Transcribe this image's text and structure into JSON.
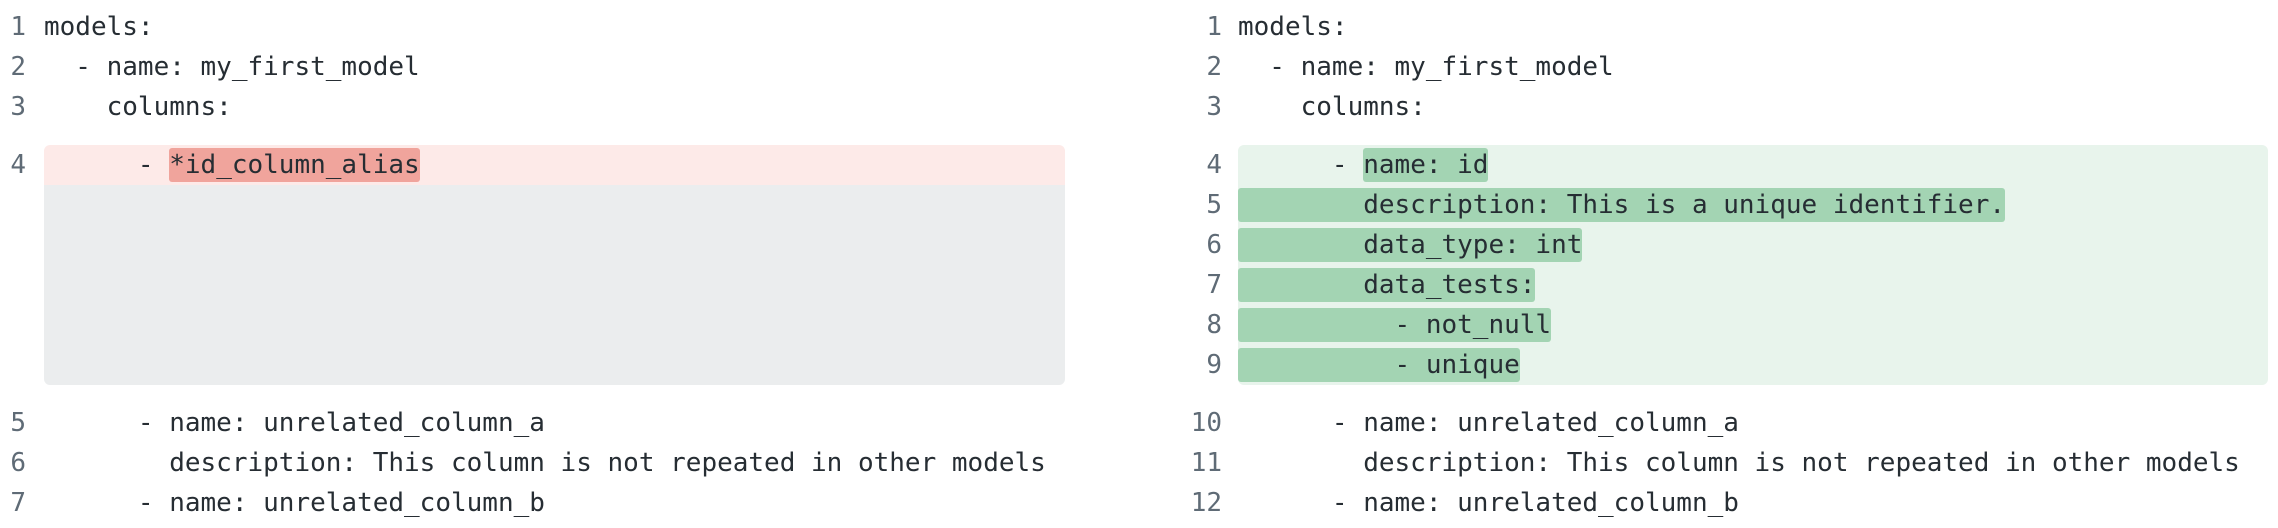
{
  "colors": {
    "removed_row_bg": "#fdeae8",
    "removed_word_bg": "#f0a49c",
    "added_row_bg": "#e8f4ec",
    "added_word_bg": "#a3d4b3",
    "collapsed_bg": "#ebedee",
    "code_text": "#262d33",
    "line_number": "#5f6b76",
    "background": "#ffffff"
  },
  "left": {
    "lines_before": [
      {
        "num": "1",
        "text": "models:"
      },
      {
        "num": "2",
        "text": "  - name: my_first_model"
      },
      {
        "num": "3",
        "text": "    columns:"
      }
    ],
    "removed_line": {
      "num": "4",
      "prefix": "      - ",
      "marked": "*id_column_alias"
    },
    "lines_after": [
      {
        "num": "5",
        "text": "      - name: unrelated_column_a"
      },
      {
        "num": "6",
        "text": "        description: This column is not repeated in other models"
      },
      {
        "num": "7",
        "text": "      - name: unrelated_column_b"
      }
    ]
  },
  "right": {
    "lines_before": [
      {
        "num": "1",
        "text": "models:"
      },
      {
        "num": "2",
        "text": "  - name: my_first_model"
      },
      {
        "num": "3",
        "text": "    columns:"
      }
    ],
    "added_lines": [
      {
        "num": "4",
        "prefix": "      - ",
        "marked": "name: id"
      },
      {
        "num": "5",
        "prefix": "",
        "marked": "        description: This is a unique identifier."
      },
      {
        "num": "6",
        "prefix": "",
        "marked": "        data_type: int"
      },
      {
        "num": "7",
        "prefix": "",
        "marked": "        data_tests:"
      },
      {
        "num": "8",
        "prefix": "",
        "marked": "          - not_null"
      },
      {
        "num": "9",
        "prefix": "",
        "marked": "          - unique"
      }
    ],
    "lines_after": [
      {
        "num": "10",
        "text": "      - name: unrelated_column_a"
      },
      {
        "num": "11",
        "text": "        description: This column is not repeated in other models"
      },
      {
        "num": "12",
        "text": "      - name: unrelated_column_b"
      }
    ]
  }
}
